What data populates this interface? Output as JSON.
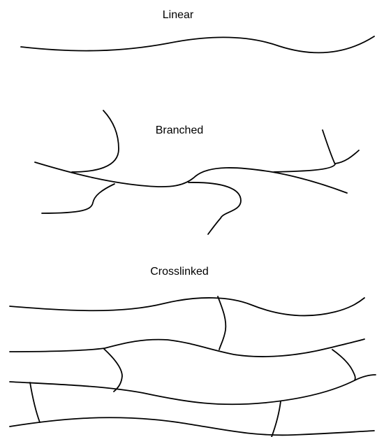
{
  "diagram": {
    "panels": [
      {
        "id": "linear",
        "label": "Linear"
      },
      {
        "id": "branched",
        "label": "Branched"
      },
      {
        "id": "crosslinked",
        "label": "Crosslinked"
      }
    ],
    "line_color": "#000000",
    "background": "#ffffff"
  }
}
